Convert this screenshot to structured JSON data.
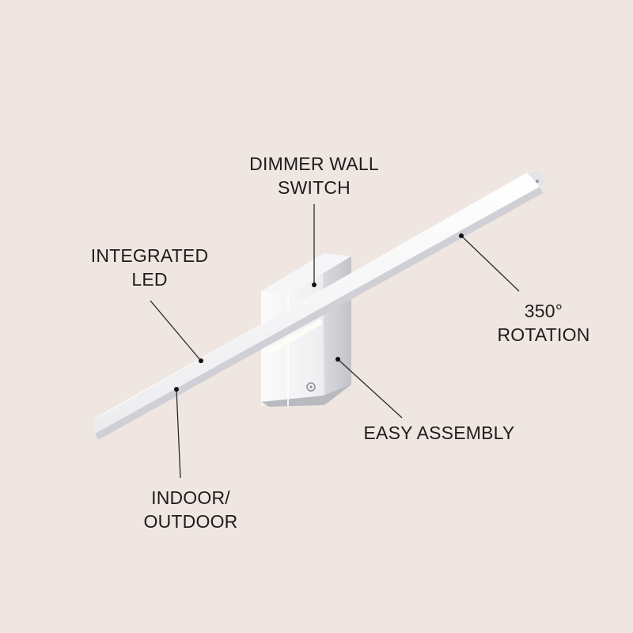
{
  "colors": {
    "background": "#efe6e1",
    "fixture_light": "#ffffff",
    "fixture_mid": "#e3e3e6",
    "fixture_shadow": "#c9c9cf",
    "callout_line": "#2a2a2a",
    "text": "#1c1c1c"
  },
  "callouts": {
    "dimmer": {
      "line1": "DIMMER WALL",
      "line2": "SWITCH"
    },
    "integrated": {
      "line1": "INTEGRATED",
      "line2": "LED"
    },
    "rotation": {
      "line1": "350°",
      "line2": "ROTATION"
    },
    "assembly": {
      "line1": "EASY ASSEMBLY"
    },
    "indoor": {
      "line1": "INDOOR/",
      "line2": "OUTDOOR"
    }
  },
  "icons": [
    "led-light-bar",
    "wall-mount-base",
    "dimmer-switch-icon"
  ]
}
